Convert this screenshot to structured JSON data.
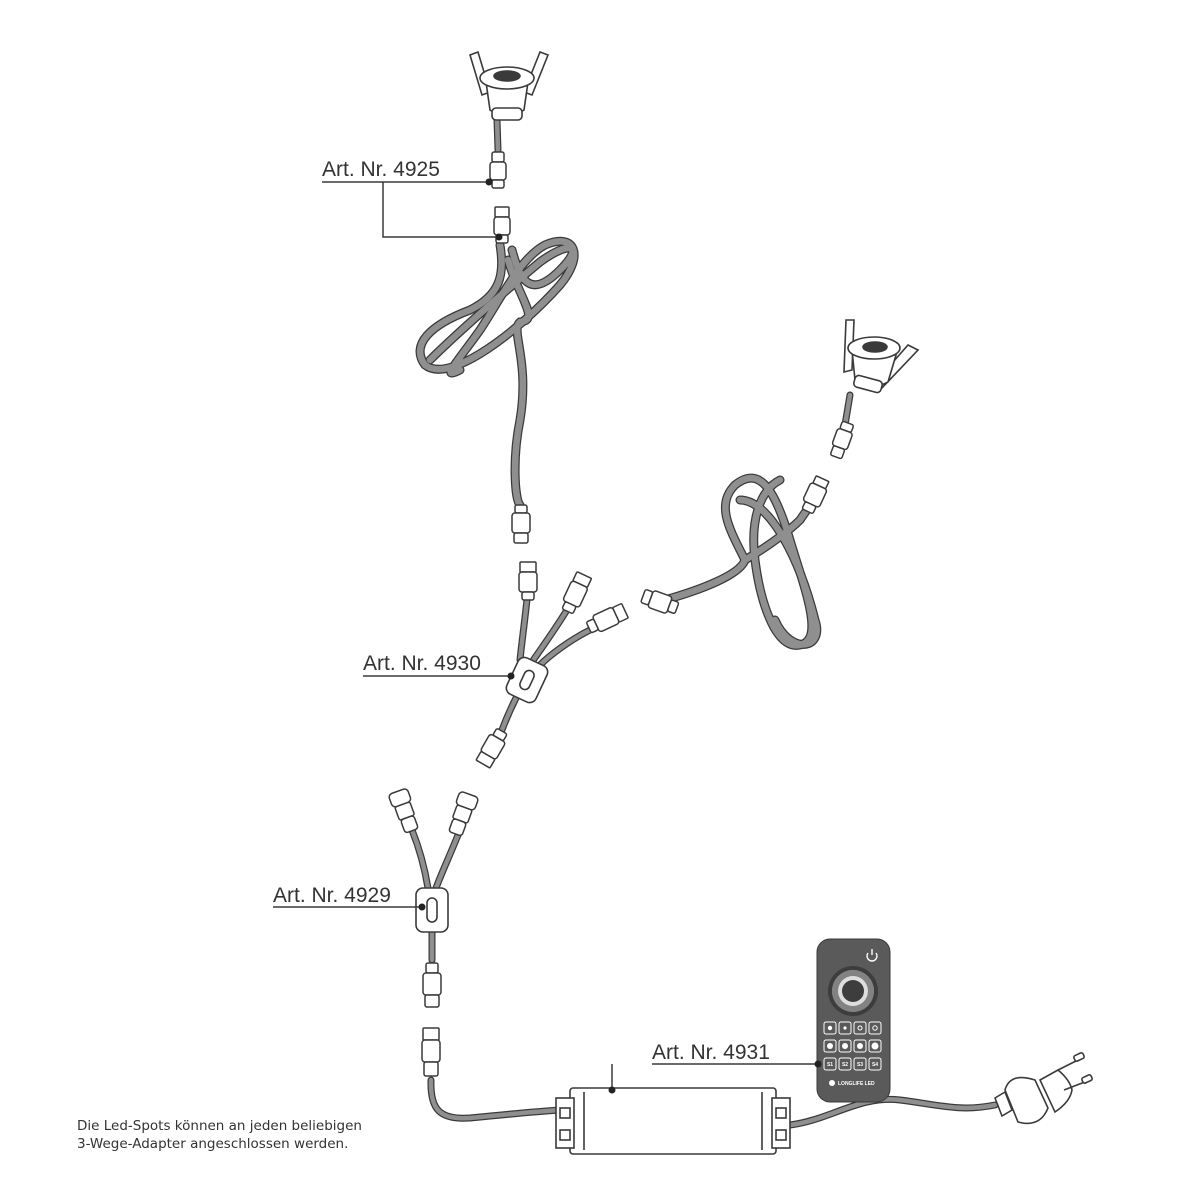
{
  "labels": {
    "art_4925": "Art. Nr. 4925",
    "art_4930": "Art. Nr. 4930",
    "art_4929": "Art. Nr. 4929",
    "art_4931": "Art. Nr. 4931"
  },
  "note": {
    "line1": "Die Led-Spots können an jeden beliebigen",
    "line2": "3-Wege-Adapter angeschlossen werden."
  },
  "remote": {
    "brand": "LONGLIFE LED",
    "scene_buttons": [
      "S1",
      "S2",
      "S3",
      "S4"
    ]
  },
  "colors": {
    "cable": "#8f8f8f",
    "outline": "#3a3a3a",
    "remote_body": "#5a5a5a",
    "text": "#333333"
  },
  "icons": [
    "power-icon",
    "brightness-up-icon",
    "brightness-down-icon",
    "color-wheel-icon",
    "plug-icon"
  ]
}
